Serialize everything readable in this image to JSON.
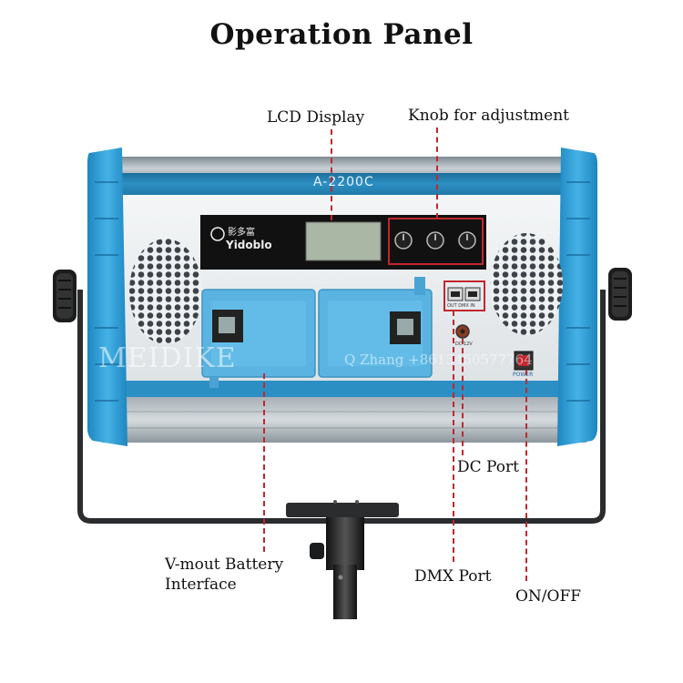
{
  "title": "Operation Panel",
  "labels": {
    "lcd_display": "LCD Display",
    "knob": "Knob for adjustment",
    "dc_port": "DC Port",
    "battery_line1": "V-mout Battery",
    "battery_line2": "Interface",
    "dmx_port": "DMX Port",
    "on_off": "ON/OFF"
  },
  "device": {
    "model": "A-2200C",
    "brand_cn": "影多富",
    "brand": "Yidoblo",
    "power_label": "POWER",
    "dmx_label": "OUT DMX IN",
    "dc_label": "DC 12V"
  },
  "watermark": {
    "left": "MEIDIKE",
    "right": "Q Zhang +8613450577764"
  },
  "colors": {
    "frame_blue": "#2f9fd6",
    "panel_silver": "#e8ecef",
    "callout_red": "#c1272d",
    "battery_plate": "#5ab3e0"
  }
}
